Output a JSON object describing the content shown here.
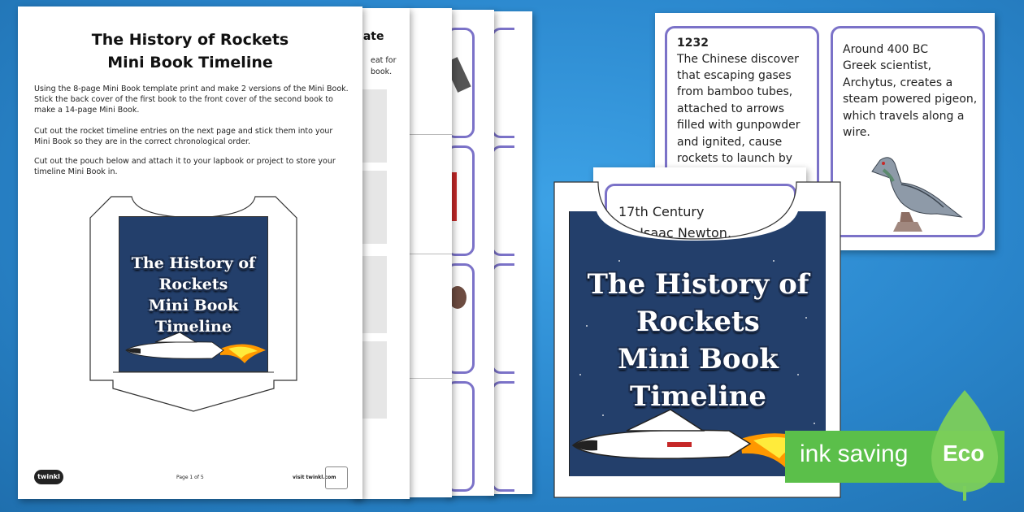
{
  "sheet1": {
    "title_line1": "The History of Rockets",
    "title_line2": "Mini Book Timeline",
    "para1": "Using the 8-page Mini Book template print and make 2 versions of the Mini Book. Stick the back cover of the first book to the front cover of the second book to make a 14-page Mini Book.",
    "para2": "Cut out the rocket timeline entries on the next page and stick them into your Mini Book so they are in the correct chronological order.",
    "para3": "Cut out the pouch below and attach it to your lapbook or project to store your timeline Mini Book in.",
    "mini_cover": [
      "The History of",
      "Rockets",
      "Mini Book",
      "Timeline"
    ],
    "footer_logo": "twinkl",
    "footer_page": "Page 1 of 5",
    "footer_url": "visit twinkl.com"
  },
  "sheet2": {
    "title_fragment": "plate",
    "line1_fragment": "eat for",
    "line2_fragment": "book."
  },
  "cards": {
    "card_1232": {
      "lines": [
        "1232",
        "The Chinese discover",
        "that escaping gases",
        "from bamboo tubes,",
        "attached to arrows",
        "filled with gunpowder",
        "and ignited, cause",
        "rockets to launch by"
      ]
    },
    "card_400bc": {
      "lines": [
        "Around 400 BC",
        "Greek scientist,",
        "Archytus, creates a",
        "steam powered pigeon,",
        "which travels along a",
        "wire."
      ]
    },
    "card_17th": {
      "lines": [
        "17th Century",
        "Sir Isaac Newton,"
      ]
    }
  },
  "pouch_cover": {
    "lines": [
      "The History of",
      "Rockets",
      "Mini Book",
      "Timeline"
    ]
  },
  "badge": {
    "label": "ink saving",
    "eco": "Eco",
    "colors": {
      "bar": "#5bbf4a",
      "leaf": "#7ccf5a"
    }
  }
}
